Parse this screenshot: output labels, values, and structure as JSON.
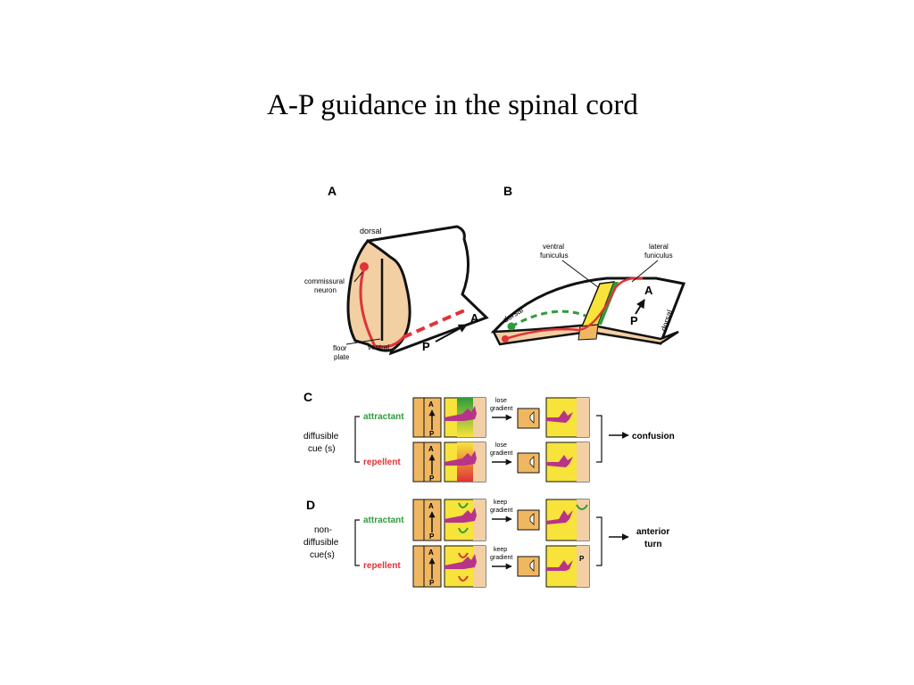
{
  "title": "A-P guidance in the spinal cord",
  "colors": {
    "tissue": "#f3cfa4",
    "floor_plate": "#f0b762",
    "yellow": "#f7e33a",
    "axon_red": "#e03237",
    "green": "#2f9c3c",
    "magenta": "#b8338a",
    "outline": "#111111"
  },
  "panel_a": {
    "letter": "A",
    "dorsal": "dorsal",
    "commissural": "commissural",
    "neuron": "neuron",
    "floor": "floor",
    "plate": "plate",
    "ventral": "ventral",
    "p": "P",
    "a": "A"
  },
  "panel_b": {
    "letter": "B",
    "ventral_1": "ventral",
    "ventral_2": "funiculus",
    "lateral_1": "lateral",
    "lateral_2": "funiculus",
    "dorsal_left": "dorsal",
    "dorsal_right": "dorsal",
    "a": "A",
    "p": "P"
  },
  "panel_c": {
    "letter": "C",
    "cue_1": "diffusible",
    "cue_2": "cue (s)",
    "attractant": "attractant",
    "repellent": "repellent",
    "arrow1_1": "lose",
    "arrow1_2": "gradient",
    "arrow2_1": "lose",
    "arrow2_2": "gradient",
    "a": "A",
    "p": "P",
    "outcome": "confusion"
  },
  "panel_d": {
    "letter": "D",
    "cue_1": "non-",
    "cue_2": "diffusible",
    "cue_3": "cue(s)",
    "attractant": "attractant",
    "repellent": "repellent",
    "arrow1_1": "keep",
    "arrow1_2": "gradient",
    "arrow2_1": "keep",
    "arrow2_2": "gradient",
    "a": "A",
    "p": "P",
    "p_right": "P",
    "outcome_1": "anterior",
    "outcome_2": "turn"
  }
}
